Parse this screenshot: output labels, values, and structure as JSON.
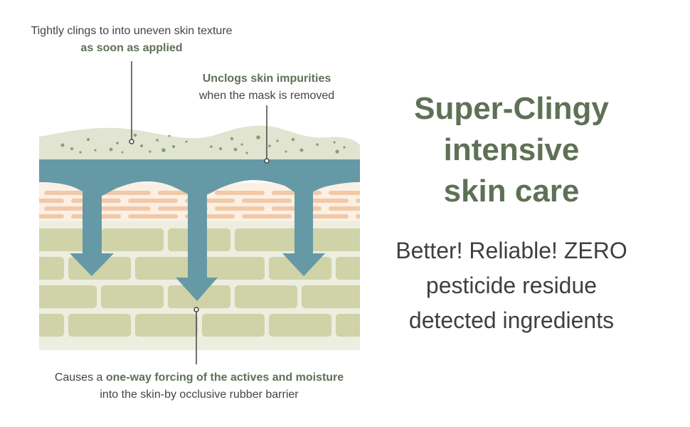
{
  "callouts": {
    "top_left": {
      "line1": "Tightly clings to into uneven skin texture",
      "line2": "as soon as applied"
    },
    "top_right": {
      "line1": "Unclogs skin impurities",
      "line2": "when the mask is removed"
    },
    "bottom": {
      "line1_prefix": "Causes a ",
      "line1_emphasis": "one-way forcing of the actives and moisture",
      "line2": "into the skin-by occlusive rubber barrier"
    }
  },
  "headline": {
    "lines": [
      "Super-Clingy",
      "intensive",
      "skin care"
    ]
  },
  "subline": {
    "lines": [
      "Better! Reliable! ZERO",
      "pesticide residue",
      "detected ingredients"
    ]
  },
  "colors": {
    "accent_green": "#5e7155",
    "mask_teal": "#6699a6",
    "mask_top_cream": "#e1e4d0",
    "impurity_dots": "#7ea46a",
    "skin_bricks": "#d0d2a8",
    "skin_base": "#eceedf",
    "surface_stripes": "#f1c9a9",
    "surface_base": "#fbf0e3"
  },
  "icons": [
    "down-arrow-icon"
  ]
}
